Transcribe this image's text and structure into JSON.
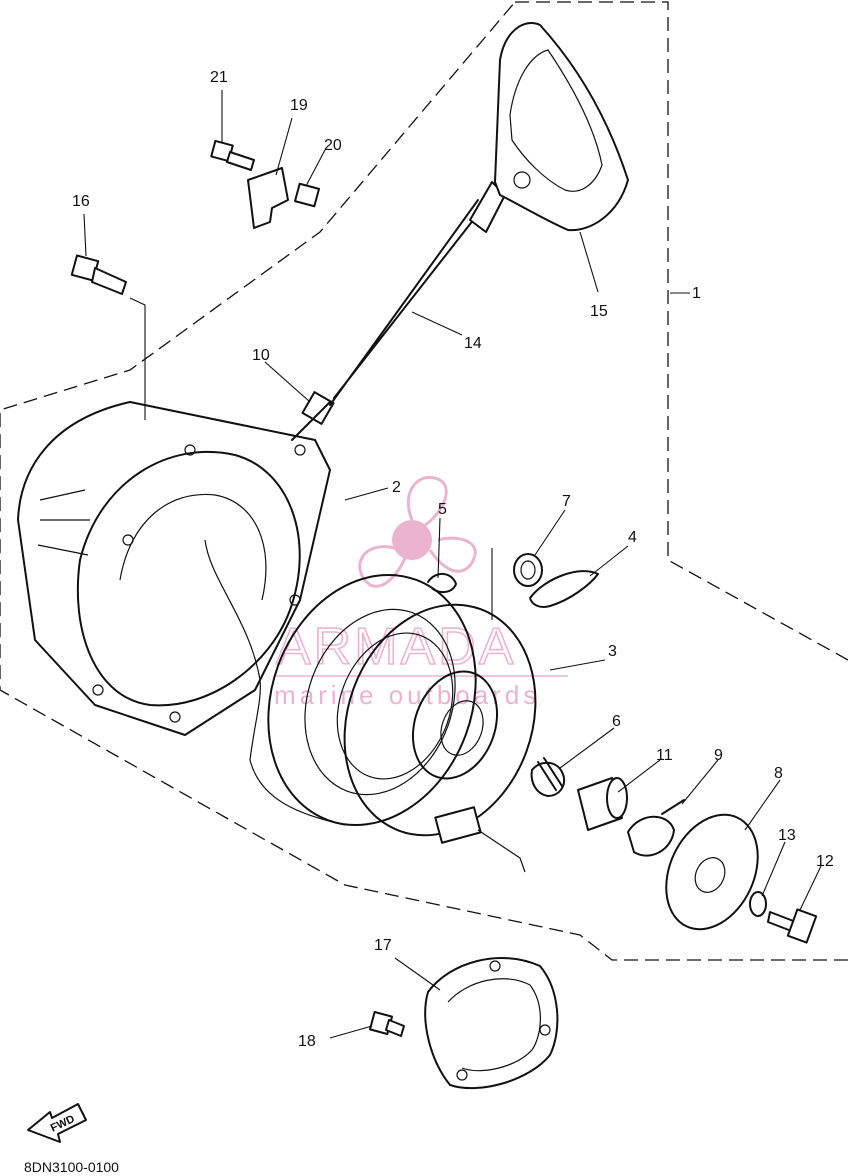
{
  "diagram": {
    "drawing_code": "8DN3100-0100",
    "fwd_label": "FWD",
    "watermark": {
      "brand": "ARMADA",
      "tagline": "marine outboards",
      "accent_color": "#e7a7c8"
    },
    "callouts": [
      "1",
      "2",
      "3",
      "4",
      "5",
      "6",
      "7",
      "8",
      "9",
      "10",
      "11",
      "12",
      "13",
      "14",
      "15",
      "16",
      "17",
      "18",
      "19",
      "20",
      "21"
    ]
  }
}
